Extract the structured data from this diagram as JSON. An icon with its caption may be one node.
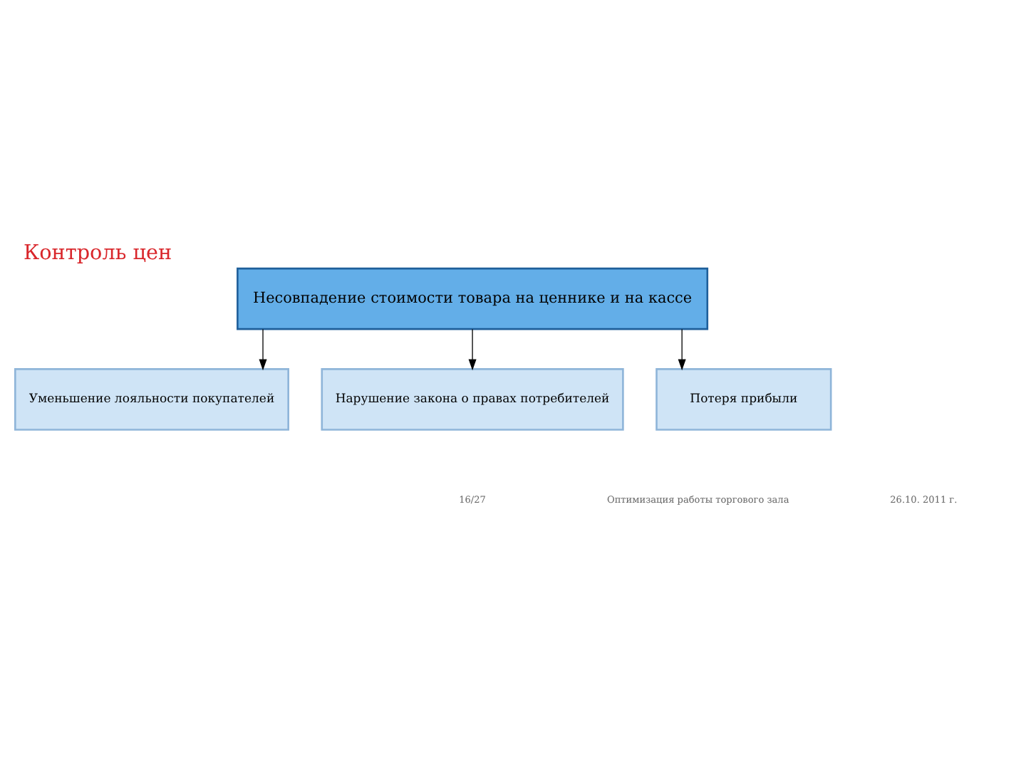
{
  "diagram": {
    "title": "Контроль цен",
    "nodes": [
      {
        "text": [
          "Несовпадение стоимости товара на ценнике и на кассе"
        ]
      },
      {
        "text": [
          "Уменьшение лояльности покупателей"
        ]
      },
      {
        "text": [
          "Нарушение закона о правах потребителей"
        ]
      },
      {
        "text": [
          "Потеря прибыли"
        ]
      }
    ],
    "edges": [
      {
        "from": 0,
        "to": 1,
        "arrow": "to"
      },
      {
        "from": 0,
        "to": 2,
        "arrow": "to"
      },
      {
        "from": 0,
        "to": 3,
        "arrow": "to"
      }
    ],
    "labels": [
      "16/27",
      "Оптимизация работы торгового зала",
      "26.10. 2011 г."
    ]
  }
}
